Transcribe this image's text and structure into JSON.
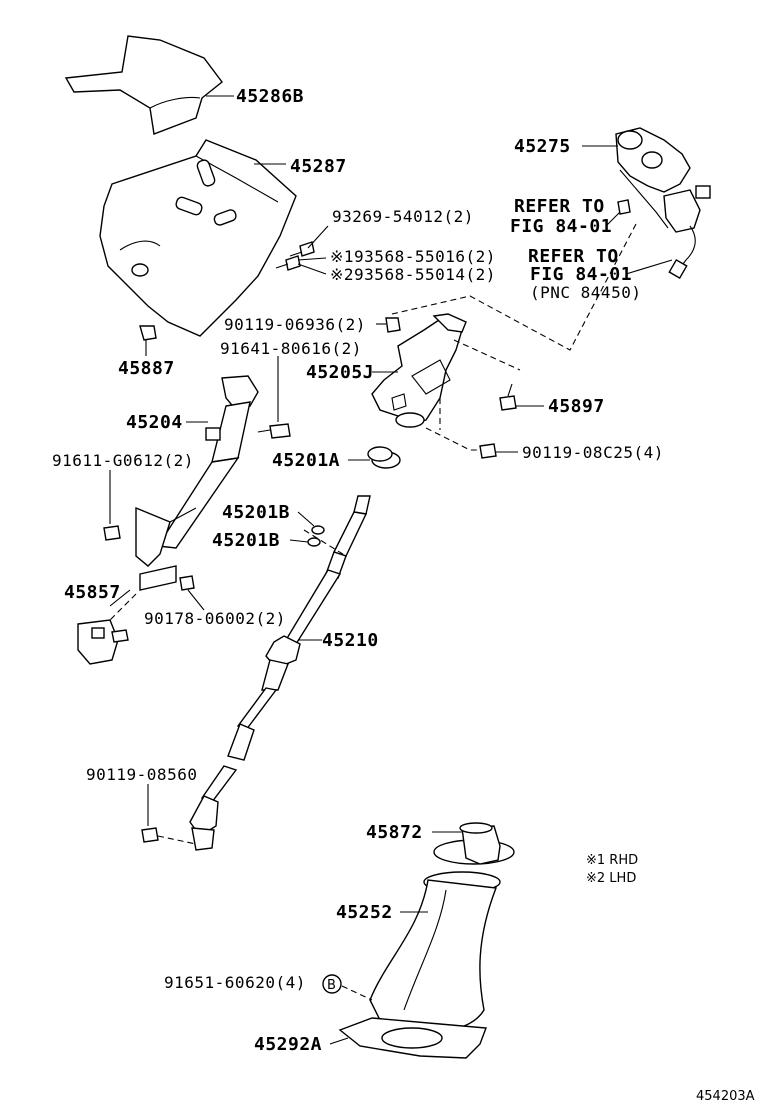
{
  "labels": {
    "p45286B": "45286B",
    "p45287": "45287",
    "p45275": "45275",
    "refer1_line1": "REFER TO",
    "refer1_line2": "FIG 84-01",
    "refer2_line1": "REFER TO",
    "refer2_line2": "FIG 84-01",
    "refer2_line3": "(PNC 84450)",
    "p93269": "93269-54012(2)",
    "p93568a": "※193568-55016(2)",
    "p93568b": "※293568-55014(2)",
    "p45887": "45887",
    "p90119a": "90119-06936(2)",
    "p91641": "91641-80616(2)",
    "p45205J": "45205J",
    "p45897": "45897",
    "p45204": "45204",
    "p90119b": "90119-08C25(4)",
    "p91611": "91611-G0612(2)",
    "p45201A": "45201A",
    "p45201B1": "45201B",
    "p45201B2": "45201B",
    "p45857": "45857",
    "p90178": "90178-06002(2)",
    "p45210": "45210",
    "p90119c": "90119-08560",
    "p45872": "45872",
    "note_rhd": "※1 RHD",
    "note_lhd": "※2 LHD",
    "p45252": "45252",
    "p91651": "91651-60620(4)",
    "circle_b": "B",
    "p45292A": "45292A",
    "diagram_id": "454203A"
  }
}
